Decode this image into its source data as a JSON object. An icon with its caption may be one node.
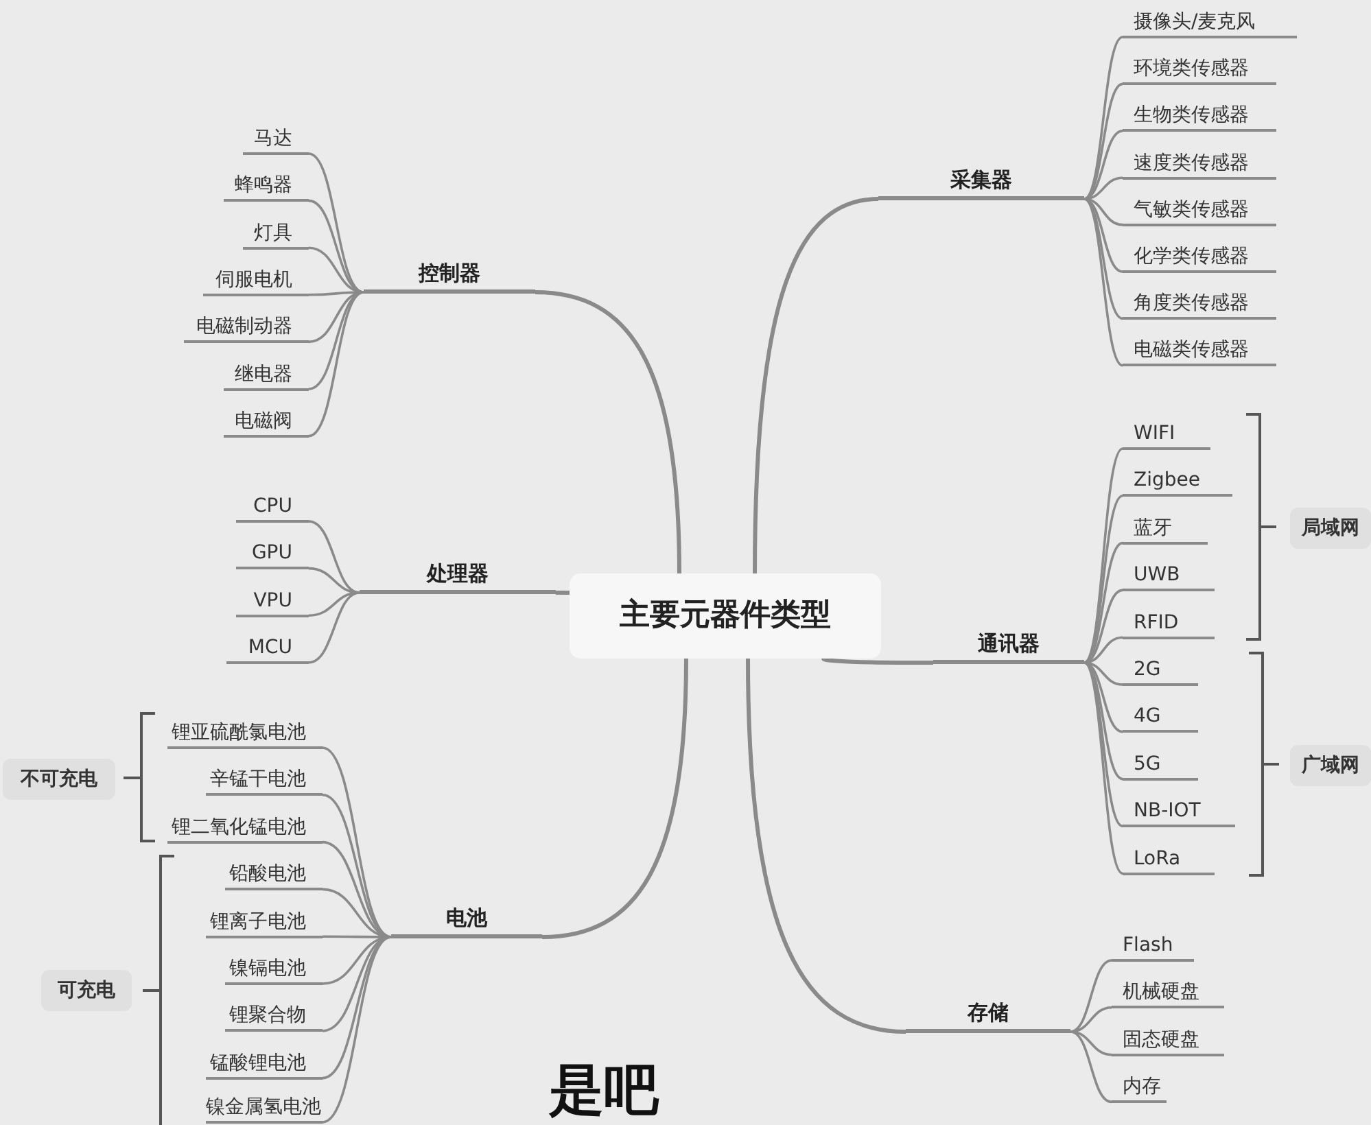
{
  "diagram": {
    "nodes": [
      {
        "text": [
          "主要元器件类型"
        ]
      },
      {
        "text": [
          "控制器"
        ]
      },
      {
        "text": [
          "马达"
        ]
      },
      {
        "text": [
          "蜂鸣器"
        ]
      },
      {
        "text": [
          "灯具"
        ]
      },
      {
        "text": [
          "伺服电机"
        ]
      },
      {
        "text": [
          "电磁制动器"
        ]
      },
      {
        "text": [
          "继电器"
        ]
      },
      {
        "text": [
          "电磁阀"
        ]
      },
      {
        "text": [
          "处理器"
        ]
      },
      {
        "text": [
          "CPU"
        ]
      },
      {
        "text": [
          "GPU"
        ]
      },
      {
        "text": [
          "VPU"
        ]
      },
      {
        "text": [
          "MCU"
        ]
      },
      {
        "text": [
          "电池"
        ]
      },
      {
        "text": [
          "锂亚硫酰氯电池"
        ]
      },
      {
        "text": [
          "辛锰干电池"
        ]
      },
      {
        "text": [
          "锂二氧化锰电池"
        ]
      },
      {
        "text": [
          "铅酸电池"
        ]
      },
      {
        "text": [
          "锂离子电池"
        ]
      },
      {
        "text": [
          "镍镉电池"
        ]
      },
      {
        "text": [
          "锂聚合物"
        ]
      },
      {
        "text": [
          "锰酸锂电池"
        ]
      },
      {
        "text": [
          "镍金属氢电池"
        ]
      },
      {
        "text": [
          "不可充电"
        ]
      },
      {
        "text": [
          "可充电"
        ]
      },
      {
        "text": [
          "采集器"
        ]
      },
      {
        "text": [
          "摄像头/麦克风"
        ]
      },
      {
        "text": [
          "环境类传感器"
        ]
      },
      {
        "text": [
          "生物类传感器"
        ]
      },
      {
        "text": [
          "速度类传感器"
        ]
      },
      {
        "text": [
          "气敏类传感器"
        ]
      },
      {
        "text": [
          "化学类传感器"
        ]
      },
      {
        "text": [
          "角度类传感器"
        ]
      },
      {
        "text": [
          "电磁类传感器"
        ]
      },
      {
        "text": [
          "通讯器"
        ]
      },
      {
        "text": [
          "WIFI"
        ]
      },
      {
        "text": [
          "Zigbee"
        ]
      },
      {
        "text": [
          "蓝牙"
        ]
      },
      {
        "text": [
          "UWB"
        ]
      },
      {
        "text": [
          "RFID"
        ]
      },
      {
        "text": [
          "2G"
        ]
      },
      {
        "text": [
          "4G"
        ]
      },
      {
        "text": [
          "5G"
        ]
      },
      {
        "text": [
          "NB-IOT"
        ]
      },
      {
        "text": [
          "LoRa"
        ]
      },
      {
        "text": [
          "局域网"
        ]
      },
      {
        "text": [
          "广域网"
        ]
      },
      {
        "text": [
          "存储"
        ]
      },
      {
        "text": [
          "Flash"
        ]
      },
      {
        "text": [
          "机械硬盘"
        ]
      },
      {
        "text": [
          "固态硬盘"
        ]
      },
      {
        "text": [
          "内存"
        ]
      }
    ],
    "edges": [
      {
        "from": 0,
        "to": 1,
        "arrow": "none"
      },
      {
        "from": 1,
        "to": 2,
        "arrow": "none"
      },
      {
        "from": 1,
        "to": 3,
        "arrow": "none"
      },
      {
        "from": 1,
        "to": 4,
        "arrow": "none"
      },
      {
        "from": 1,
        "to": 5,
        "arrow": "none"
      },
      {
        "from": 1,
        "to": 6,
        "arrow": "none"
      },
      {
        "from": 1,
        "to": 7,
        "arrow": "none"
      },
      {
        "from": 1,
        "to": 8,
        "arrow": "none"
      },
      {
        "from": 0,
        "to": 9,
        "arrow": "none"
      },
      {
        "from": 9,
        "to": 10,
        "arrow": "none"
      },
      {
        "from": 9,
        "to": 11,
        "arrow": "none"
      },
      {
        "from": 9,
        "to": 12,
        "arrow": "none"
      },
      {
        "from": 9,
        "to": 13,
        "arrow": "none"
      },
      {
        "from": 0,
        "to": 14,
        "arrow": "none"
      },
      {
        "from": 14,
        "to": 15,
        "arrow": "none"
      },
      {
        "from": 14,
        "to": 16,
        "arrow": "none"
      },
      {
        "from": 14,
        "to": 17,
        "arrow": "none"
      },
      {
        "from": 14,
        "to": 18,
        "arrow": "none"
      },
      {
        "from": 14,
        "to": 19,
        "arrow": "none"
      },
      {
        "from": 14,
        "to": 20,
        "arrow": "none"
      },
      {
        "from": 14,
        "to": 21,
        "arrow": "none"
      },
      {
        "from": 14,
        "to": 22,
        "arrow": "none"
      },
      {
        "from": 14,
        "to": 23,
        "arrow": "none"
      },
      {
        "from": 0,
        "to": 26,
        "arrow": "none"
      },
      {
        "from": 26,
        "to": 27,
        "arrow": "none"
      },
      {
        "from": 26,
        "to": 28,
        "arrow": "none"
      },
      {
        "from": 26,
        "to": 29,
        "arrow": "none"
      },
      {
        "from": 26,
        "to": 30,
        "arrow": "none"
      },
      {
        "from": 26,
        "to": 31,
        "arrow": "none"
      },
      {
        "from": 26,
        "to": 32,
        "arrow": "none"
      },
      {
        "from": 26,
        "to": 33,
        "arrow": "none"
      },
      {
        "from": 26,
        "to": 34,
        "arrow": "none"
      },
      {
        "from": 0,
        "to": 35,
        "arrow": "none"
      },
      {
        "from": 35,
        "to": 36,
        "arrow": "none"
      },
      {
        "from": 35,
        "to": 37,
        "arrow": "none"
      },
      {
        "from": 35,
        "to": 38,
        "arrow": "none"
      },
      {
        "from": 35,
        "to": 39,
        "arrow": "none"
      },
      {
        "from": 35,
        "to": 40,
        "arrow": "none"
      },
      {
        "from": 35,
        "to": 41,
        "arrow": "none"
      },
      {
        "from": 35,
        "to": 42,
        "arrow": "none"
      },
      {
        "from": 35,
        "to": 43,
        "arrow": "none"
      },
      {
        "from": 35,
        "to": 44,
        "arrow": "none"
      },
      {
        "from": 35,
        "to": 45,
        "arrow": "none"
      },
      {
        "from": 0,
        "to": 48,
        "arrow": "none"
      },
      {
        "from": 48,
        "to": 49,
        "arrow": "none"
      },
      {
        "from": 48,
        "to": 50,
        "arrow": "none"
      },
      {
        "from": 48,
        "to": 51,
        "arrow": "none"
      },
      {
        "from": 48,
        "to": 52,
        "arrow": "none"
      }
    ],
    "labels": [
      "是吧"
    ]
  }
}
